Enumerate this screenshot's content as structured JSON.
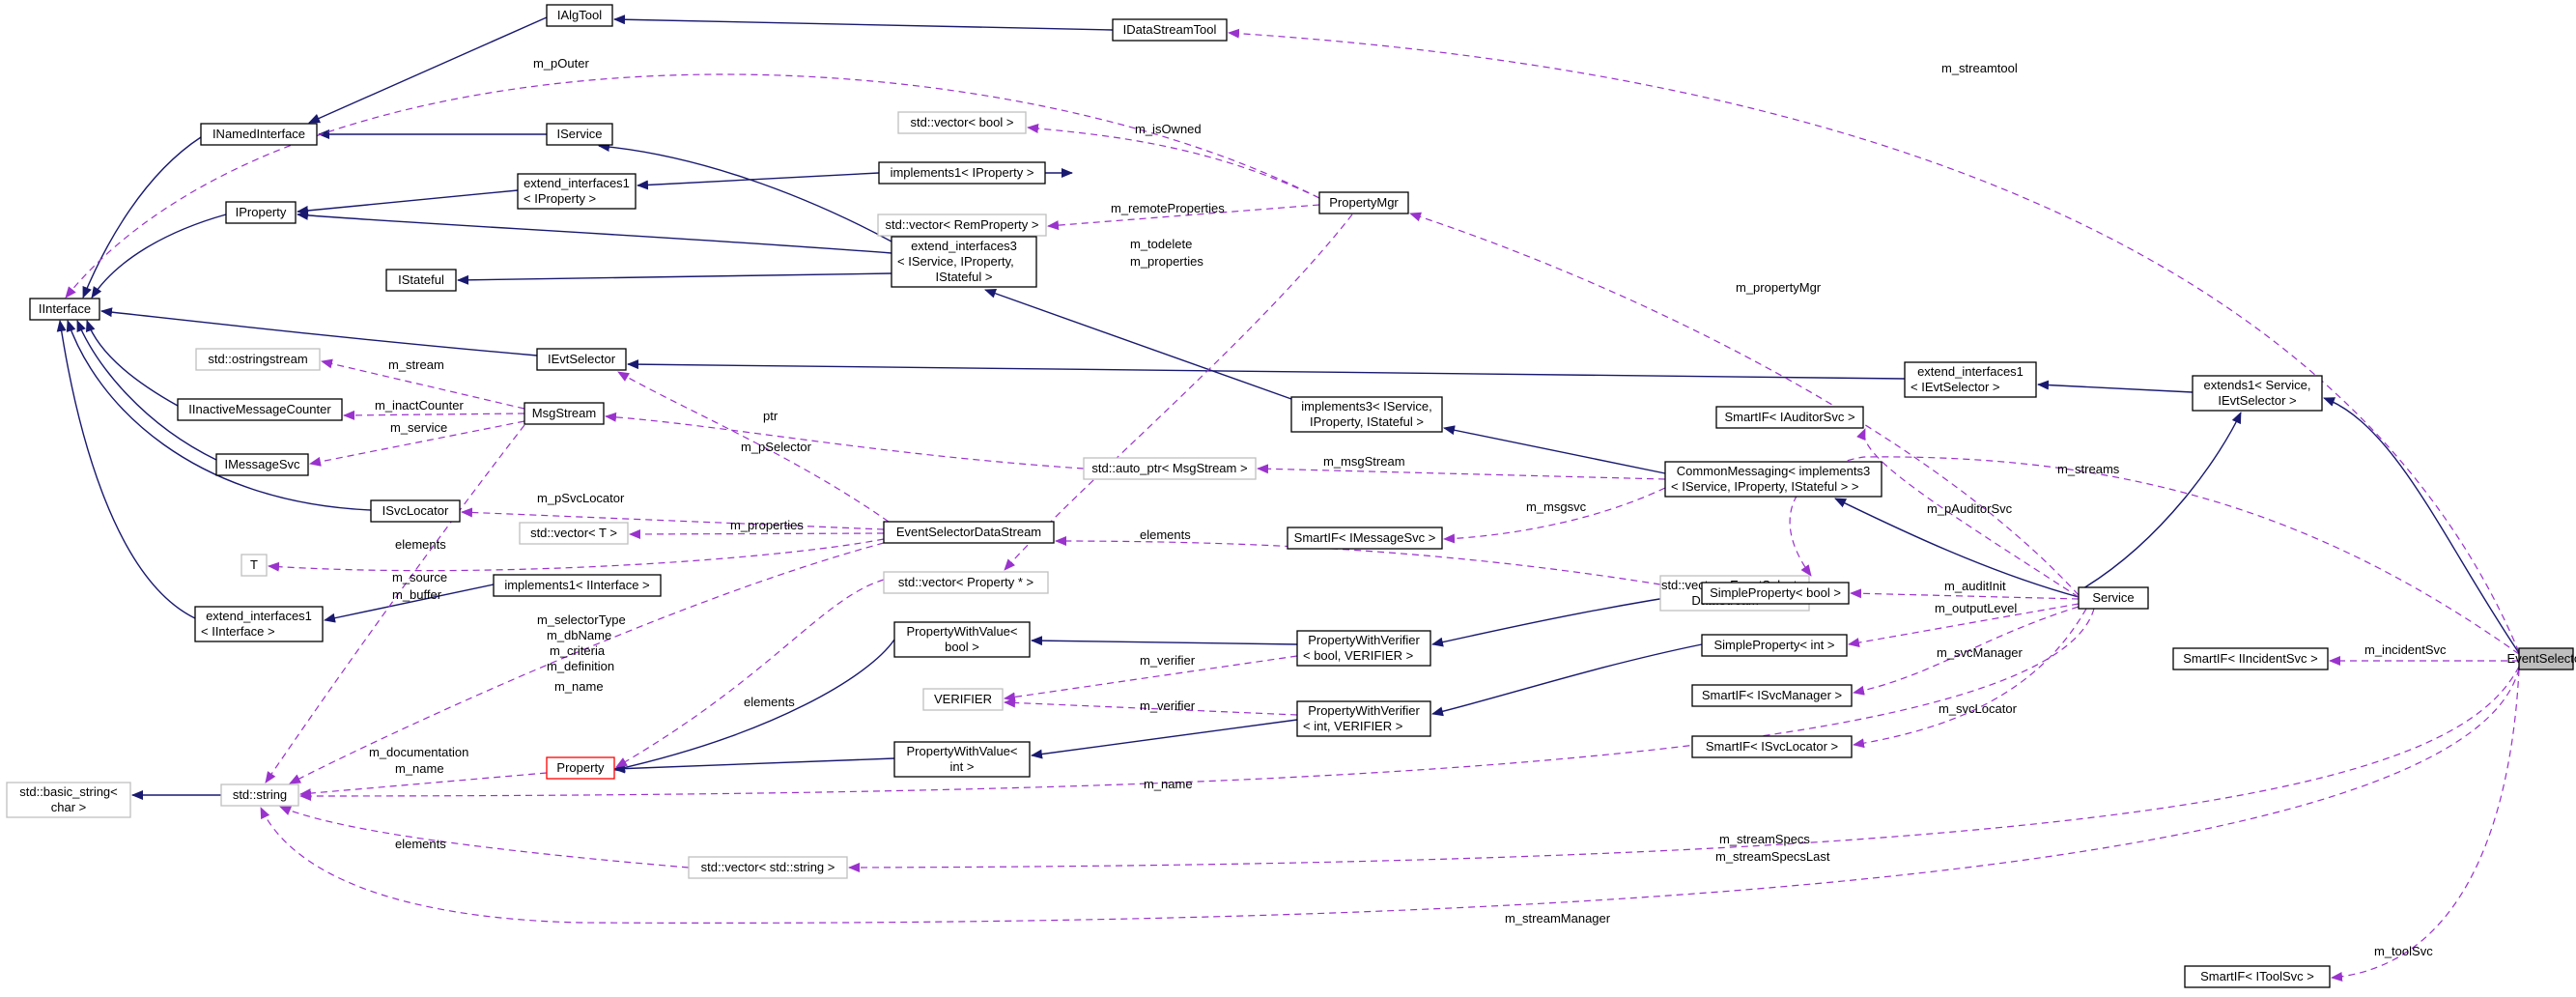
{
  "diagram": {
    "nodes": [
      {
        "id": "IAlgTool",
        "lines": [
          "IAlgTool"
        ],
        "style": "solid"
      },
      {
        "id": "IDataStreamTool",
        "lines": [
          "IDataStreamTool"
        ],
        "style": "solid"
      },
      {
        "id": "INamedInterface",
        "lines": [
          "INamedInterface"
        ],
        "style": "solid"
      },
      {
        "id": "IService",
        "lines": [
          "IService"
        ],
        "style": "solid"
      },
      {
        "id": "IProperty",
        "lines": [
          "IProperty"
        ],
        "style": "solid"
      },
      {
        "id": "extIfProp",
        "lines": [
          "extend_interfaces1",
          "< IProperty >"
        ],
        "style": "solid"
      },
      {
        "id": "IInterface",
        "lines": [
          "IInterface"
        ],
        "style": "solid"
      },
      {
        "id": "IStateful",
        "lines": [
          "IStateful"
        ],
        "style": "solid"
      },
      {
        "id": "IEvtSelector",
        "lines": [
          "IEvtSelector"
        ],
        "style": "solid"
      },
      {
        "id": "ostringstream",
        "lines": [
          "std::ostringstream"
        ],
        "style": "grey"
      },
      {
        "id": "IInactiveMessageCounter",
        "lines": [
          "IInactiveMessageCounter"
        ],
        "style": "solid"
      },
      {
        "id": "MsgStream",
        "lines": [
          "MsgStream"
        ],
        "style": "solid"
      },
      {
        "id": "IMessageSvc",
        "lines": [
          "IMessageSvc"
        ],
        "style": "solid"
      },
      {
        "id": "ISvcLocator",
        "lines": [
          "ISvcLocator"
        ],
        "style": "solid"
      },
      {
        "id": "vecT",
        "lines": [
          "std::vector< T >"
        ],
        "style": "grey"
      },
      {
        "id": "T",
        "lines": [
          "T"
        ],
        "style": "grey"
      },
      {
        "id": "impl1IInterface",
        "lines": [
          "implements1< IInterface >"
        ],
        "style": "solid"
      },
      {
        "id": "extIfIInterface",
        "lines": [
          "extend_interfaces1",
          "< IInterface >"
        ],
        "style": "solid"
      },
      {
        "id": "basicString",
        "lines": [
          "std::basic_string<",
          "char >"
        ],
        "style": "grey"
      },
      {
        "id": "stdString",
        "lines": [
          "std::string"
        ],
        "style": "grey"
      },
      {
        "id": "Property",
        "lines": [
          "Property"
        ],
        "style": "red"
      },
      {
        "id": "vecBool",
        "lines": [
          "std::vector< bool >"
        ],
        "style": "grey"
      },
      {
        "id": "impl1IProperty",
        "lines": [
          "implements1< IProperty >"
        ],
        "style": "solid"
      },
      {
        "id": "vecRemProp",
        "lines": [
          "std::vector< RemProperty >"
        ],
        "style": "grey"
      },
      {
        "id": "PropertyMgr",
        "lines": [
          "PropertyMgr"
        ],
        "style": "solid"
      },
      {
        "id": "extIf3",
        "lines": [
          "extend_interfaces3",
          "< IService, IProperty,",
          "IStateful >"
        ],
        "style": "solid"
      },
      {
        "id": "EvtSelDataStream",
        "lines": [
          "EventSelectorDataStream"
        ],
        "style": "solid"
      },
      {
        "id": "vecPropPtr",
        "lines": [
          "std::vector< Property * >"
        ],
        "style": "grey"
      },
      {
        "id": "PWVbool",
        "lines": [
          "PropertyWithValue<",
          "bool >"
        ],
        "style": "solid"
      },
      {
        "id": "VERIFIER",
        "lines": [
          "VERIFIER"
        ],
        "style": "grey"
      },
      {
        "id": "PWVint",
        "lines": [
          "PropertyWithValue<",
          "int >"
        ],
        "style": "solid"
      },
      {
        "id": "vecString",
        "lines": [
          "std::vector< std::string >"
        ],
        "style": "grey"
      },
      {
        "id": "autoPtr",
        "lines": [
          "std::auto_ptr< MsgStream >"
        ],
        "style": "grey"
      },
      {
        "id": "impl3",
        "lines": [
          "implements3< IService,",
          "IProperty, IStateful >"
        ],
        "style": "solid"
      },
      {
        "id": "PWVerBool",
        "lines": [
          "PropertyWithVerifier",
          "< bool, VERIFIER >"
        ],
        "style": "solid"
      },
      {
        "id": "PWVerInt",
        "lines": [
          "PropertyWithVerifier",
          "< int, VERIFIER >"
        ],
        "style": "solid"
      },
      {
        "id": "SmartIFMsgSvc",
        "lines": [
          "SmartIF< IMessageSvc >"
        ],
        "style": "solid"
      },
      {
        "id": "CommonMessaging",
        "lines": [
          "CommonMessaging< implements3",
          "< IService, IProperty, IStateful > >"
        ],
        "style": "solid"
      },
      {
        "id": "SmartIFAuditor",
        "lines": [
          "SmartIF< IAuditorSvc >"
        ],
        "style": "solid"
      },
      {
        "id": "vecEvtSelDS",
        "lines": [
          "std::vector< EventSelector",
          "DataStream * >"
        ],
        "style": "grey"
      },
      {
        "id": "extIfEvtSel",
        "lines": [
          "extend_interfaces1",
          "< IEvtSelector >"
        ],
        "style": "solid"
      },
      {
        "id": "SimplePropBool",
        "lines": [
          "SimpleProperty< bool >"
        ],
        "style": "solid"
      },
      {
        "id": "SimplePropInt",
        "lines": [
          "SimpleProperty< int >"
        ],
        "style": "solid"
      },
      {
        "id": "SmartIFSvcMgr",
        "lines": [
          "SmartIF< ISvcManager >"
        ],
        "style": "solid"
      },
      {
        "id": "SmartIFSvcLoc",
        "lines": [
          "SmartIF< ISvcLocator >"
        ],
        "style": "solid"
      },
      {
        "id": "extends1",
        "lines": [
          "extends1< Service,",
          "IEvtSelector >"
        ],
        "style": "solid"
      },
      {
        "id": "Service",
        "lines": [
          "Service"
        ],
        "style": "solid"
      },
      {
        "id": "SmartIFIncident",
        "lines": [
          "SmartIF< IIncidentSvc >"
        ],
        "style": "solid"
      },
      {
        "id": "SmartIFToolSvc",
        "lines": [
          "SmartIF< IToolSvc >"
        ],
        "style": "solid"
      },
      {
        "id": "EventSelector",
        "lines": [
          "EventSelector"
        ],
        "style": "selected"
      }
    ],
    "edge_labels": [
      {
        "id": "m_streamtool",
        "text": "m_streamtool"
      },
      {
        "id": "m_pOuter",
        "text": "m_pOuter"
      },
      {
        "id": "m_isOwned",
        "text": "m_isOwned"
      },
      {
        "id": "m_remoteProperties",
        "text": "m_remoteProperties"
      },
      {
        "id": "m_todelete",
        "text": "m_todelete"
      },
      {
        "id": "m_properties_mgr",
        "text": "m_properties"
      },
      {
        "id": "m_propertyMgr",
        "text": "m_propertyMgr"
      },
      {
        "id": "m_stream",
        "text": "m_stream"
      },
      {
        "id": "m_inactCounter",
        "text": "m_inactCounter"
      },
      {
        "id": "ptr",
        "text": "ptr"
      },
      {
        "id": "m_service",
        "text": "m_service"
      },
      {
        "id": "m_pSelector",
        "text": "m_pSelector"
      },
      {
        "id": "m_pSvcLocator",
        "text": "m_pSvcLocator"
      },
      {
        "id": "m_properties_ds",
        "text": "m_properties"
      },
      {
        "id": "elements_T",
        "text": "elements"
      },
      {
        "id": "m_source",
        "text": "m_source"
      },
      {
        "id": "m_buffer",
        "text": "m_buffer"
      },
      {
        "id": "m_selectorType",
        "text": "m_selectorType"
      },
      {
        "id": "m_dbName",
        "text": "m_dbName"
      },
      {
        "id": "m_criteria",
        "text": "m_criteria"
      },
      {
        "id": "m_definition",
        "text": "m_definition"
      },
      {
        "id": "m_name_ds",
        "text": "m_name"
      },
      {
        "id": "elements_prop",
        "text": "elements"
      },
      {
        "id": "m_documentation",
        "text": "m_documentation"
      },
      {
        "id": "m_name_prop",
        "text": "m_name"
      },
      {
        "id": "elements_str",
        "text": "elements"
      },
      {
        "id": "m_verifier_bool",
        "text": "m_verifier"
      },
      {
        "id": "m_verifier_int",
        "text": "m_verifier"
      },
      {
        "id": "m_msgStream",
        "text": "m_msgStream"
      },
      {
        "id": "m_msgsvc",
        "text": "m_msgsvc"
      },
      {
        "id": "elements_ds",
        "text": "elements"
      },
      {
        "id": "m_streams",
        "text": "m_streams"
      },
      {
        "id": "m_pAuditorSvc",
        "text": "m_pAuditorSvc"
      },
      {
        "id": "m_auditInit",
        "text": "m_auditInit"
      },
      {
        "id": "m_outputLevel",
        "text": "m_outputLevel"
      },
      {
        "id": "m_svcManager",
        "text": "m_svcManager"
      },
      {
        "id": "m_svcLocator",
        "text": "m_svcLocator"
      },
      {
        "id": "m_name_svc",
        "text": "m_name"
      },
      {
        "id": "m_incidentSvc",
        "text": "m_incidentSvc"
      },
      {
        "id": "m_streamSpecs",
        "text": "m_streamSpecs"
      },
      {
        "id": "m_streamSpecsLast",
        "text": "m_streamSpecsLast"
      },
      {
        "id": "m_streamManager",
        "text": "m_streamManager"
      },
      {
        "id": "m_toolSvc",
        "text": "m_toolSvc"
      }
    ],
    "colors": {
      "inheritance_edge": "#191970",
      "usage_edge": "#9a32cd",
      "node_border": "#000000",
      "external_node_border": "#bfbfbf",
      "undocumented_node_border": "#ff0000",
      "selected_node_fill": "#bfbfbf"
    }
  }
}
